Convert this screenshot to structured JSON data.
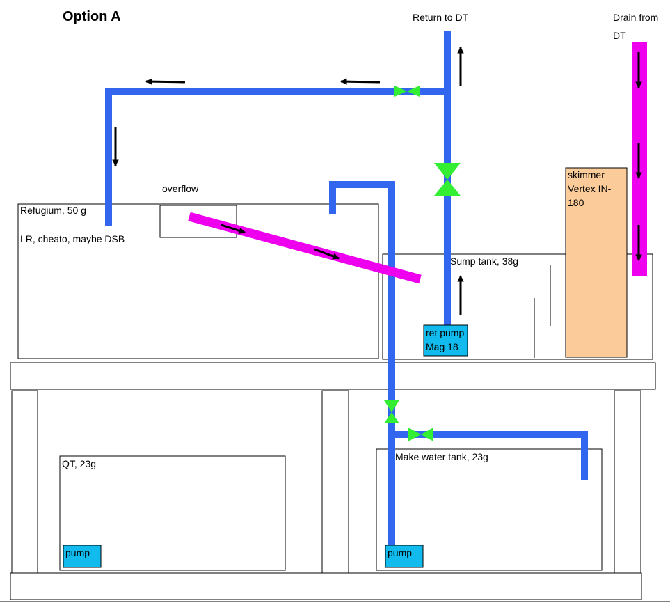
{
  "title": "Option A",
  "labels": {
    "return_to_dt": "Return to DT",
    "drain_from_dt_line1": "Drain from",
    "drain_from_dt_line2": "DT",
    "overflow": "overflow",
    "refugium": "Refugium, 50 g",
    "refugium_contents": "LR, cheato, maybe DSB",
    "sump_tank": "Sump tank, 38g",
    "skimmer_line1": "skimmer",
    "skimmer_line2": "Vertex IN-",
    "skimmer_line3": "180",
    "ret_pump_line1": "ret pump",
    "ret_pump_line2": "Mag 18",
    "qt": "QT, 23g",
    "make_water_tank": "Make water tank, 23g",
    "qt_pump": "pump",
    "mw_pump": "pump"
  },
  "colors": {
    "water_pipe": "#3366ee",
    "drain_pipe": "#ee00ee",
    "valve": "#33ee33",
    "pump": "#11bbee",
    "skimmer": "#fbcb99",
    "outline": "#000000",
    "arrow": "#000000"
  },
  "icons": {
    "valve": "bowtie-valve-icon",
    "flow_arrow": "arrow-icon"
  }
}
